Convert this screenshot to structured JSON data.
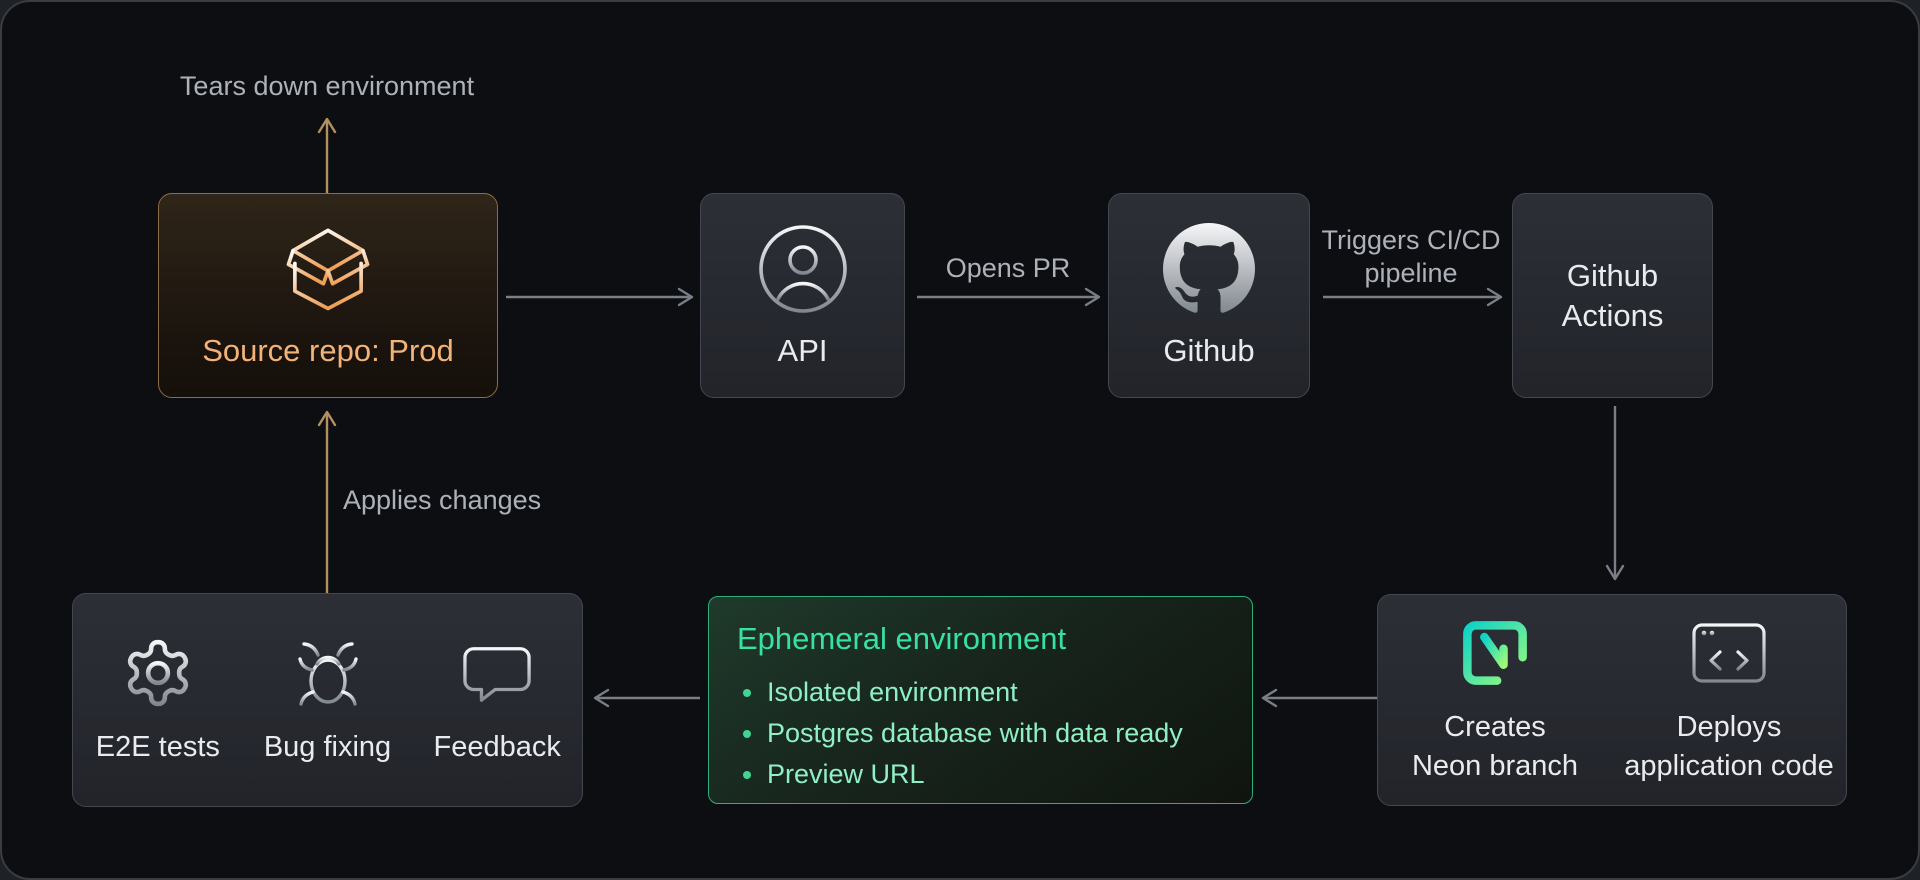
{
  "diagram": {
    "edge_labels": {
      "tears_down": "Tears down environment",
      "applies_changes": "Applies changes",
      "opens_pr": "Opens PR",
      "triggers_pipeline": "Triggers CI/CD pipeline"
    },
    "nodes": {
      "source_repo": {
        "label": "Source repo: Prod",
        "icon": "package-open-icon"
      },
      "api": {
        "label": "API",
        "icon": "user-icon"
      },
      "github": {
        "label": "Github",
        "icon": "github-icon"
      },
      "github_actions": {
        "label": "Github Actions"
      },
      "deploy": {
        "items": [
          {
            "label": "Creates Neon branch",
            "icon": "neon-logo-icon"
          },
          {
            "label": "Deploys application code",
            "icon": "browser-code-icon"
          }
        ]
      },
      "ephemeral": {
        "title": "Ephemeral environment",
        "bullets": [
          "Isolated environment",
          "Postgres database with data ready",
          "Preview URL"
        ]
      },
      "validation": {
        "items": [
          {
            "label": "E2E tests",
            "icon": "gear-icon"
          },
          {
            "label": "Bug fixing",
            "icon": "bug-icon"
          },
          {
            "label": "Feedback",
            "icon": "speech-bubble-icon"
          }
        ]
      }
    },
    "colors": {
      "canvas_bg": "#0d0e11",
      "node_border": "#43474f",
      "amber_accent": "#b2905f",
      "source_label": "#f2b278",
      "arrow_gray": "#7a7e86",
      "label_gray": "#adb1b9",
      "green_accent": "#38e1a2",
      "green_bullets": "#90efc5",
      "neon_teal": "#0fd2c6",
      "neon_green": "#9cf97a"
    }
  }
}
